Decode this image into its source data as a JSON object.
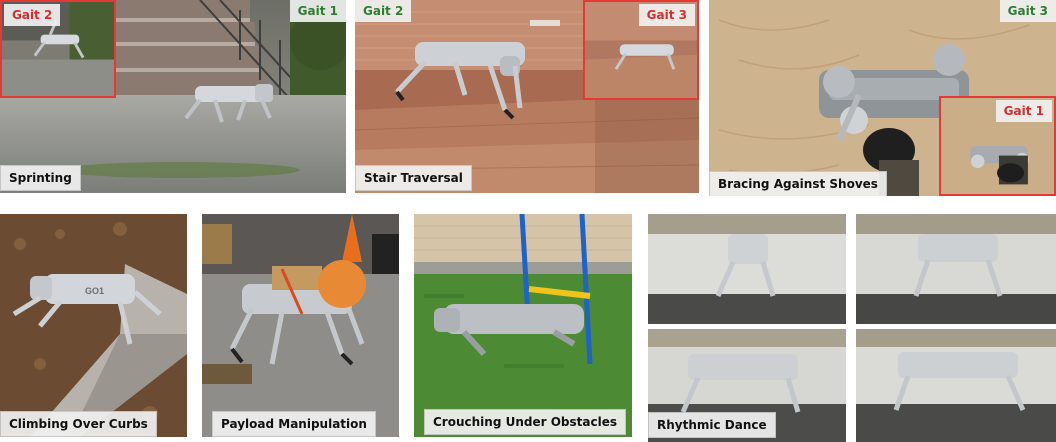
{
  "panels": {
    "sprinting": {
      "caption": "Sprinting",
      "gait_main": "Gait 1",
      "gait_inset": "Gait 2"
    },
    "stairs": {
      "caption": "Stair Traversal",
      "gait_main": "Gait 2",
      "gait_inset": "Gait 3"
    },
    "bracing": {
      "caption": "Bracing Against Shoves",
      "gait_main": "Gait 3",
      "gait_inset": "Gait 1"
    },
    "curbs": {
      "caption": "Climbing Over Curbs"
    },
    "payload": {
      "caption": "Payload Manipulation"
    },
    "crouching": {
      "caption": "Crouching Under Obstacles"
    },
    "dance": {
      "caption": "Rhythmic Dance"
    }
  },
  "colors": {
    "gait_green": "#2e7d32",
    "gait_red": "#d32f2f",
    "inset_border": "#e53935"
  },
  "robot_brand_text": "GO1"
}
